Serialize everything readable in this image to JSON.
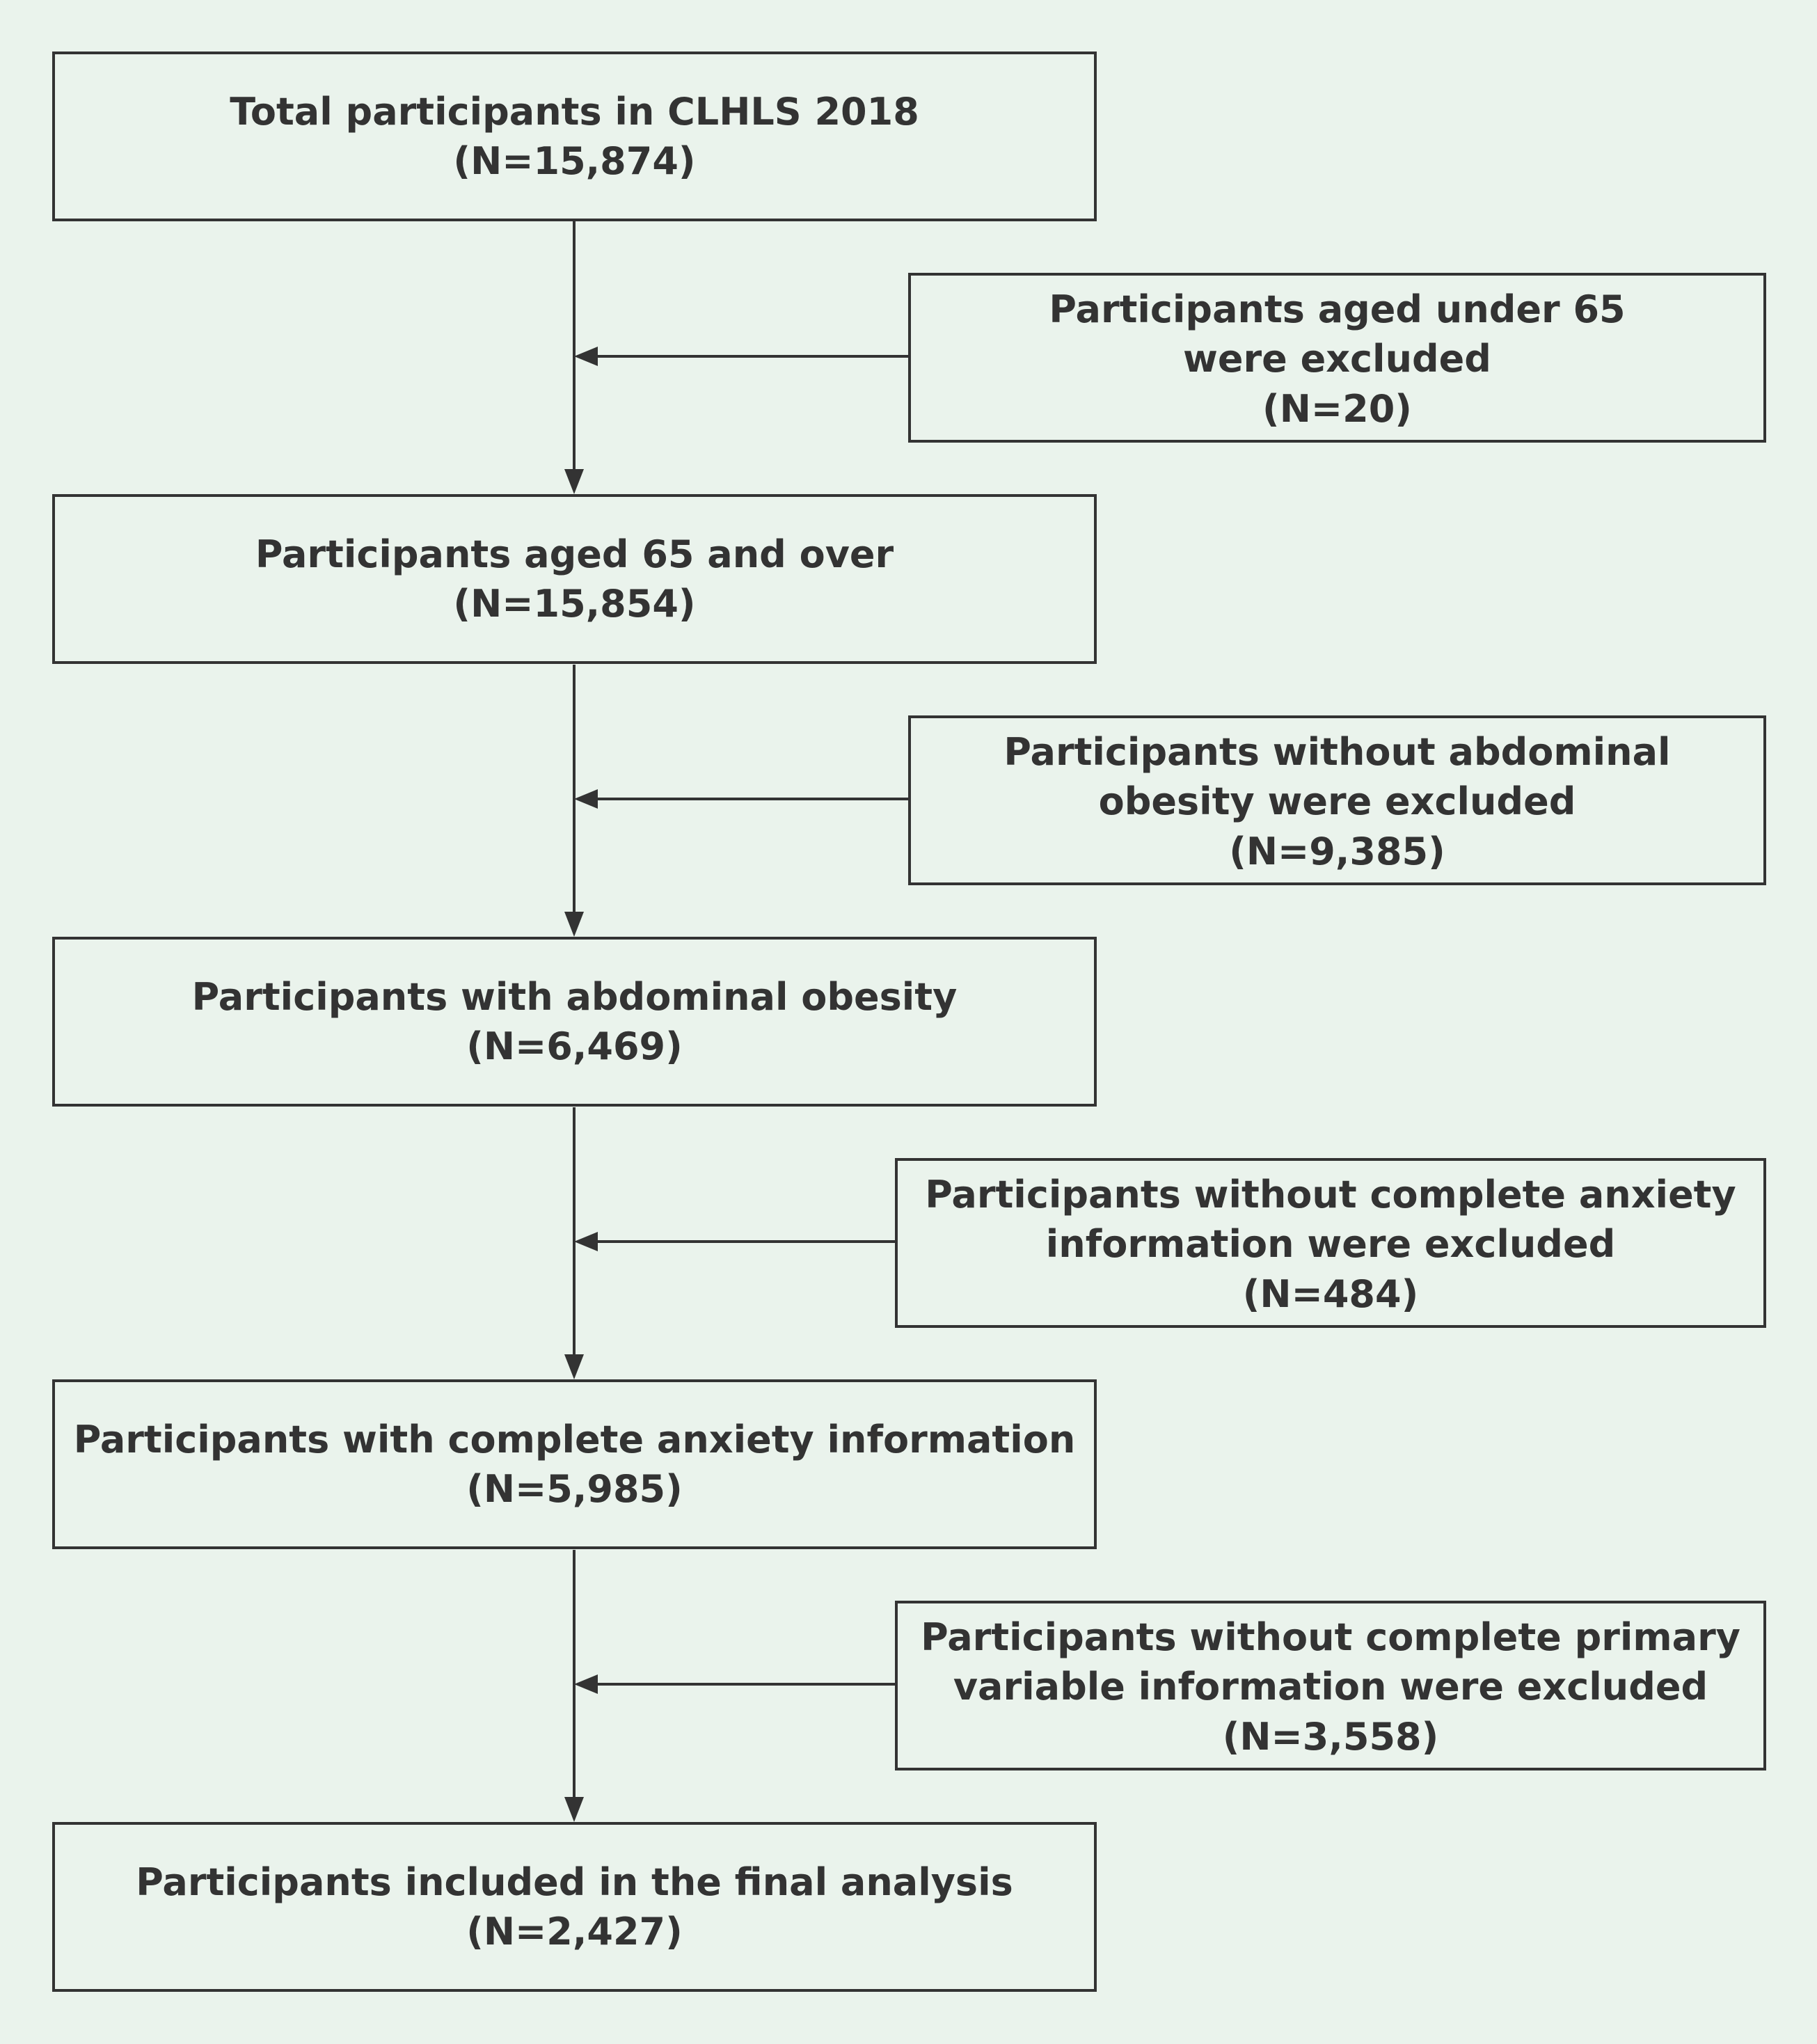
{
  "colors": {
    "background": "#eaf3ec",
    "stroke": "#333333",
    "text": "#333333"
  },
  "steps": [
    {
      "title": "Total participants in CLHLS 2018",
      "count": "(N=15,874)"
    },
    {
      "title": "Participants aged 65 and over",
      "count": "(N=15,854)"
    },
    {
      "title": "Participants with abdominal obesity",
      "count": "(N=6,469)"
    },
    {
      "title": "Participants with complete anxiety information",
      "count": "(N=5,985)"
    },
    {
      "title": "Participants included in the final analysis",
      "count": "(N=2,427)"
    }
  ],
  "exclusions": [
    {
      "line1": "Participants aged under 65",
      "line2": "were excluded",
      "count": "(N=20)"
    },
    {
      "line1": "Participants without abdominal",
      "line2": "obesity were excluded",
      "count": "(N=9,385)"
    },
    {
      "line1": "Participants without complete anxiety",
      "line2": "information were excluded",
      "count": "(N=484)"
    },
    {
      "line1": "Participants without complete primary",
      "line2": "variable information were excluded",
      "count": "(N=3,558)"
    }
  ]
}
